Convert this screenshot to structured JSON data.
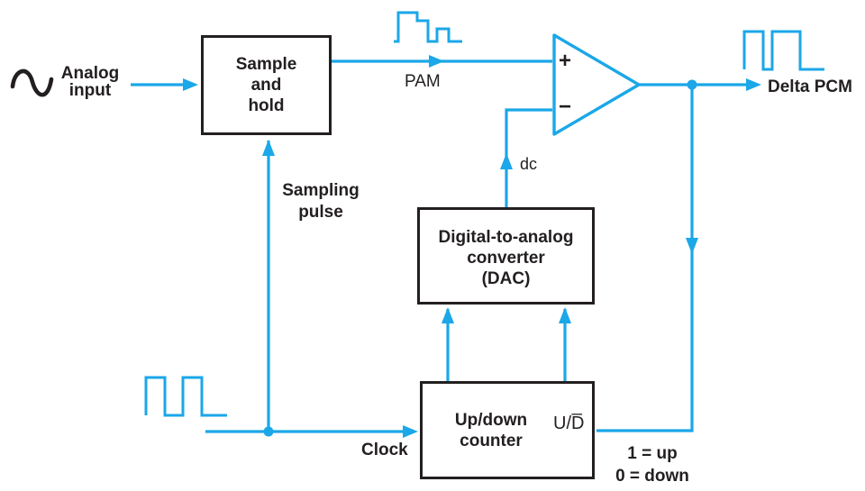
{
  "colors": {
    "wire": "#1ba7e8",
    "ink": "#231f20",
    "bg": "#ffffff"
  },
  "blocks": {
    "sample_hold": {
      "label": "Sample\nand\nhold"
    },
    "dac": {
      "label": "Digital-to-analog\nconverter\n(DAC)"
    },
    "counter": {
      "label": "Up/down\ncounter",
      "pin_label": "U/D̅"
    }
  },
  "comparator": {
    "plus": "+",
    "minus": "−"
  },
  "labels": {
    "analog_input": "Analog\ninput",
    "pam": "PAM",
    "dc": "dc",
    "sampling_pulse": "Sampling\npulse",
    "clock": "Clock",
    "delta_pcm": "Delta PCM",
    "legend": "1 = up\n0 = down"
  },
  "icons": {
    "analog_wave": "sine-wave",
    "pam_wave": "pam-staircase-pulses",
    "clock_wave": "square-wave",
    "output_wave": "square-wave"
  }
}
